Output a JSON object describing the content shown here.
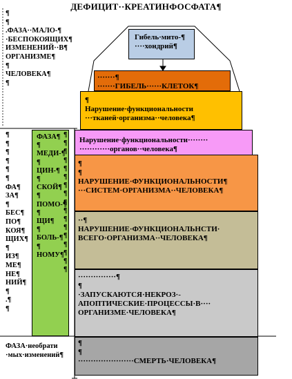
{
  "title": "ДЕФИЦИТ··КРЕАТИНФОСФАТА¶",
  "levels": [
    {
      "text": "Гибель·мито-¶\n····хондрий¶",
      "color": "#b9cde5"
    },
    {
      "text": "·······¶\n·······ГИБЕЛЬ······КЛЕТОК¶",
      "color": "#e36c09"
    },
    {
      "text": "¶\nНарушение·функциональности\n···тканей·организма··человека¶",
      "color": "#ffc000"
    },
    {
      "text": "Нарушение·функциональности········\n············органов··человека¶",
      "color": "#f79af7"
    },
    {
      "text": "¶\n¶\nНАРУШЕНИЕ·ФУНКЦИОНАЛЬНОСТИ¶\n···СИСТЕМ·ОРГАНИЗМА··ЧЕЛОВЕКА¶",
      "color": "#f79646"
    },
    {
      "text": "··¶\nНАРУШЕНИЕ·ФУНКЦИОНАЛЬНСТИ·\nВСЕГО·ОРГАНИЗМА··ЧЕЛОВЕКА¶",
      "color": "#c4bd97"
    },
    {
      "text": "···············¶\n¶\n·ЗАПУСКАЮТСЯ·НЕКРОЗ·-\nАПОПТИЧЕСКИЕ·ПРОЦЕССЫ·В····\nОРГАНИЗМЕ·ЧЕЛОВЕКА¶",
      "color": "#c9c9c9"
    },
    {
      "text": "¶\n¶\n······················СМЕРТЬ·ЧЕЛОВЕКА¶",
      "color": "#a6a6a6"
    }
  ],
  "phase_1_label": "¶\n¶\n.ФАЗА··МАЛО-¶\n·БЕСПОКОЯЩИХ¶\nИЗМЕНЕНИЙ··В¶\nОРГАНИЗМЕ¶\n¶\nЧЕЛОВЕКА¶\n¶",
  "phase_2_label": "¶\n¶\n¶\n¶\n¶\n¶\nФА¶\nЗА¶\n¶\nБЕС¶\nПО¶\nКОЯ¶\nЩИХ¶\n¶\nИЗ¶\nМЕ¶\nНЕ¶\nНИЙ¶\n¶\n.¶\n¶",
  "medicine_phase_label": "ФАЗА¶\n¶\nМЕДИ-¶\n¶\nЦИН-¶\n¶\nСКОЙ¶\n¶\nПОМО-¶\n¶\nЩИ¶\n¶\nБОЛЬ-¶\n¶\nНОМУ¶",
  "phase_3_label": "ФАЗА·необрати\n·мых·изменений¶",
  "pilcrow_column": "¶\n¶\n¶\n¶\n¶\n¶\n¶\n¶\n¶\n¶\n¶\n¶\n¶\n¶\n¶\n¶\n¶",
  "colors": {
    "medicine_phase": "#92d050",
    "arrow": "#000000",
    "connector_dot": "#00b050"
  }
}
